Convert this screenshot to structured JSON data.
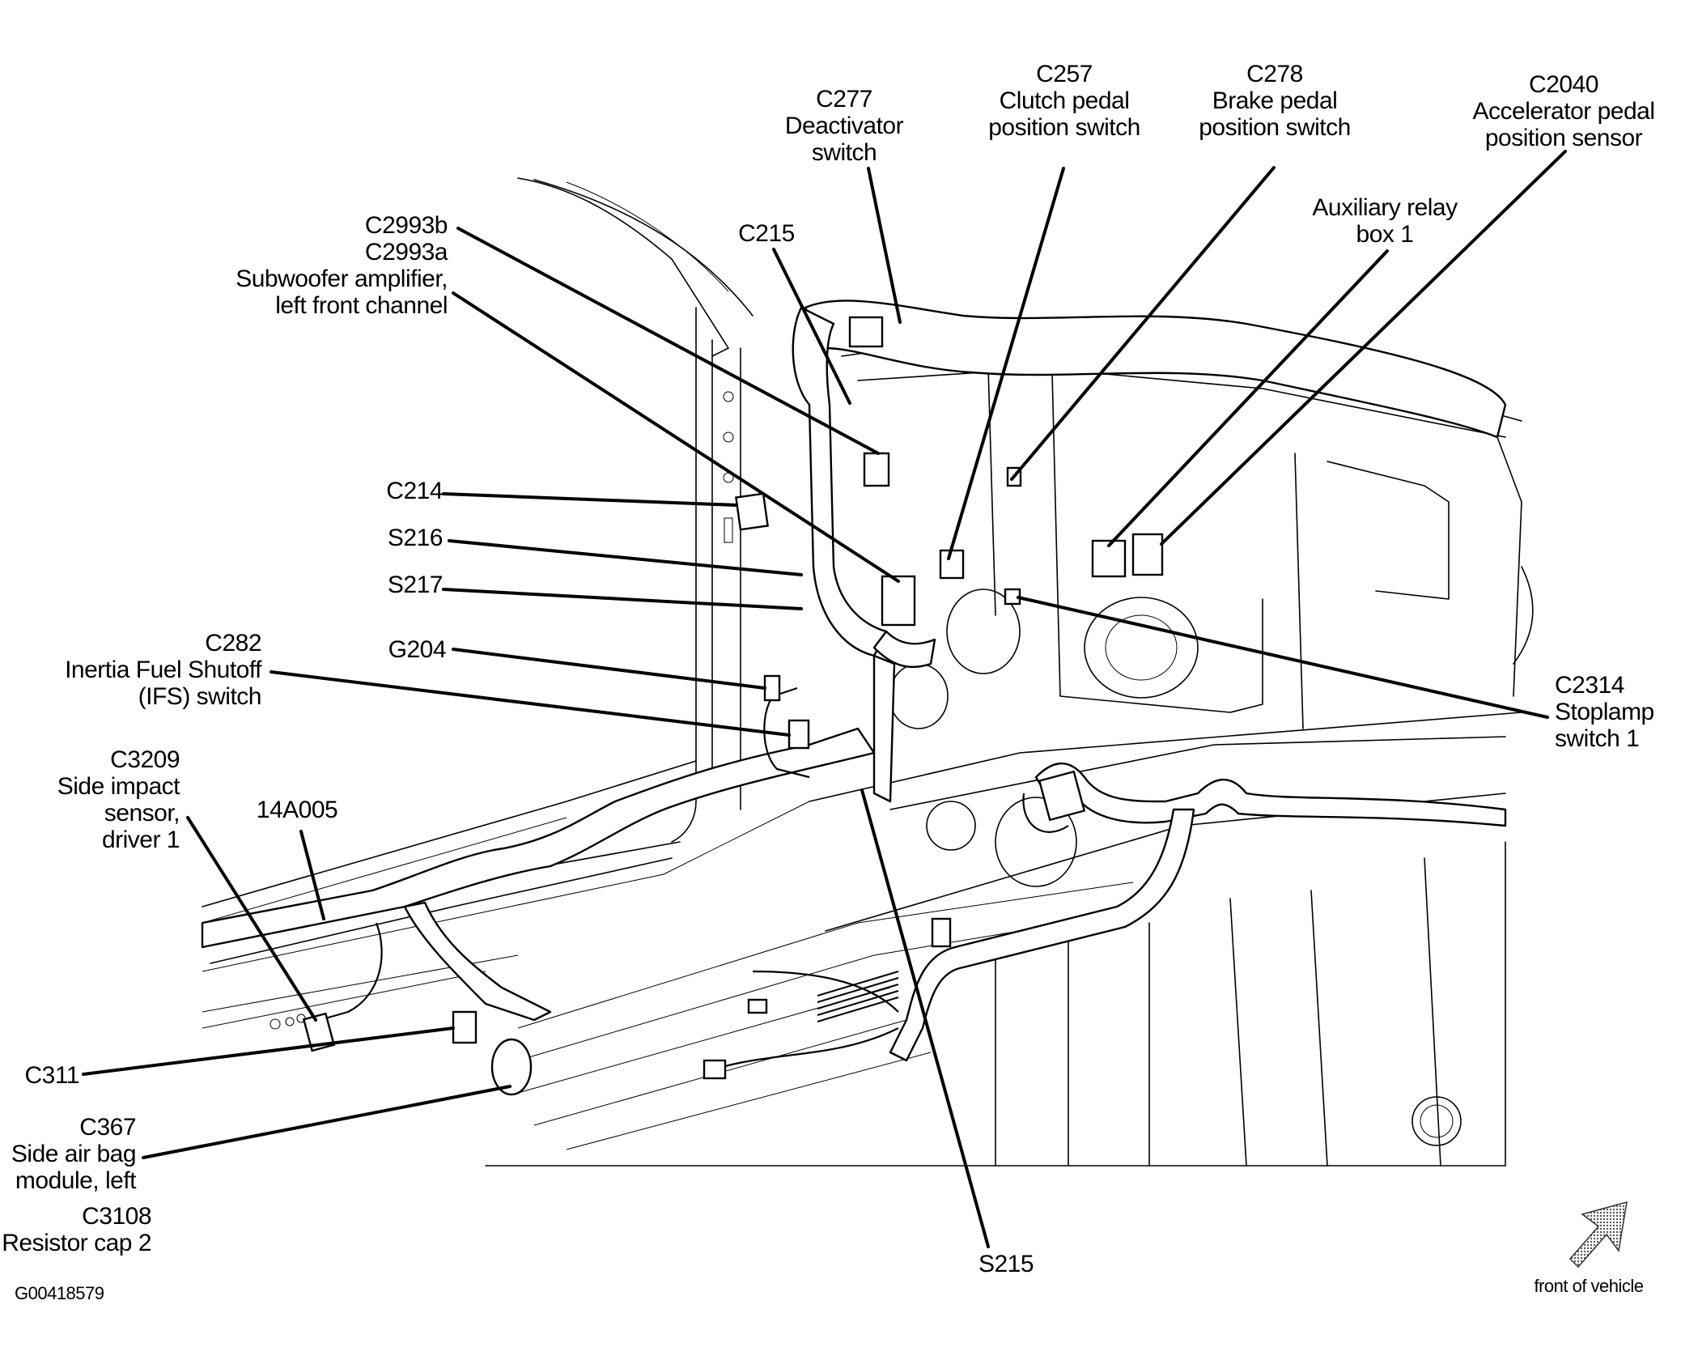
{
  "figure_id": "G00418579",
  "orientation_label": "front of vehicle",
  "callouts": [
    {
      "id": "c277",
      "lines": [
        "C277",
        "Deactivator",
        "switch"
      ]
    },
    {
      "id": "c257",
      "lines": [
        "C257",
        "Clutch pedal",
        "position switch"
      ]
    },
    {
      "id": "c278",
      "lines": [
        "C278",
        "Brake pedal",
        "position switch"
      ]
    },
    {
      "id": "c2040",
      "lines": [
        "C2040",
        "Accelerator pedal",
        "position sensor"
      ]
    },
    {
      "id": "aux_relay",
      "lines": [
        "Auxiliary relay",
        "box 1"
      ]
    },
    {
      "id": "c215",
      "lines": [
        "C215"
      ]
    },
    {
      "id": "c2993",
      "lines": [
        "C2993b",
        "C2993a",
        "Subwoofer amplifier,",
        "left front channel"
      ]
    },
    {
      "id": "c214",
      "lines": [
        "C214"
      ]
    },
    {
      "id": "s216",
      "lines": [
        "S216"
      ]
    },
    {
      "id": "s217",
      "lines": [
        "S217"
      ]
    },
    {
      "id": "g204",
      "lines": [
        "G204"
      ]
    },
    {
      "id": "c282",
      "lines": [
        "C282",
        "Inertia Fuel Shutoff",
        "(IFS) switch"
      ]
    },
    {
      "id": "c3209",
      "lines": [
        "C3209",
        "Side impact",
        "sensor,",
        "driver 1"
      ]
    },
    {
      "id": "harness_14a005",
      "lines": [
        "14A005"
      ]
    },
    {
      "id": "c311",
      "lines": [
        "C311"
      ]
    },
    {
      "id": "c367",
      "lines": [
        "C367",
        "Side air bag",
        "module, left"
      ]
    },
    {
      "id": "c3108",
      "lines": [
        "C3108",
        "Resistor cap 2"
      ]
    },
    {
      "id": "c2314",
      "lines": [
        "C2314",
        "Stoplamp",
        "switch 1"
      ]
    },
    {
      "id": "s215",
      "lines": [
        "S215"
      ]
    }
  ],
  "colors": {
    "ink": "#000000",
    "paper": "#ffffff",
    "arrow_fill": "#9a9a9a"
  }
}
